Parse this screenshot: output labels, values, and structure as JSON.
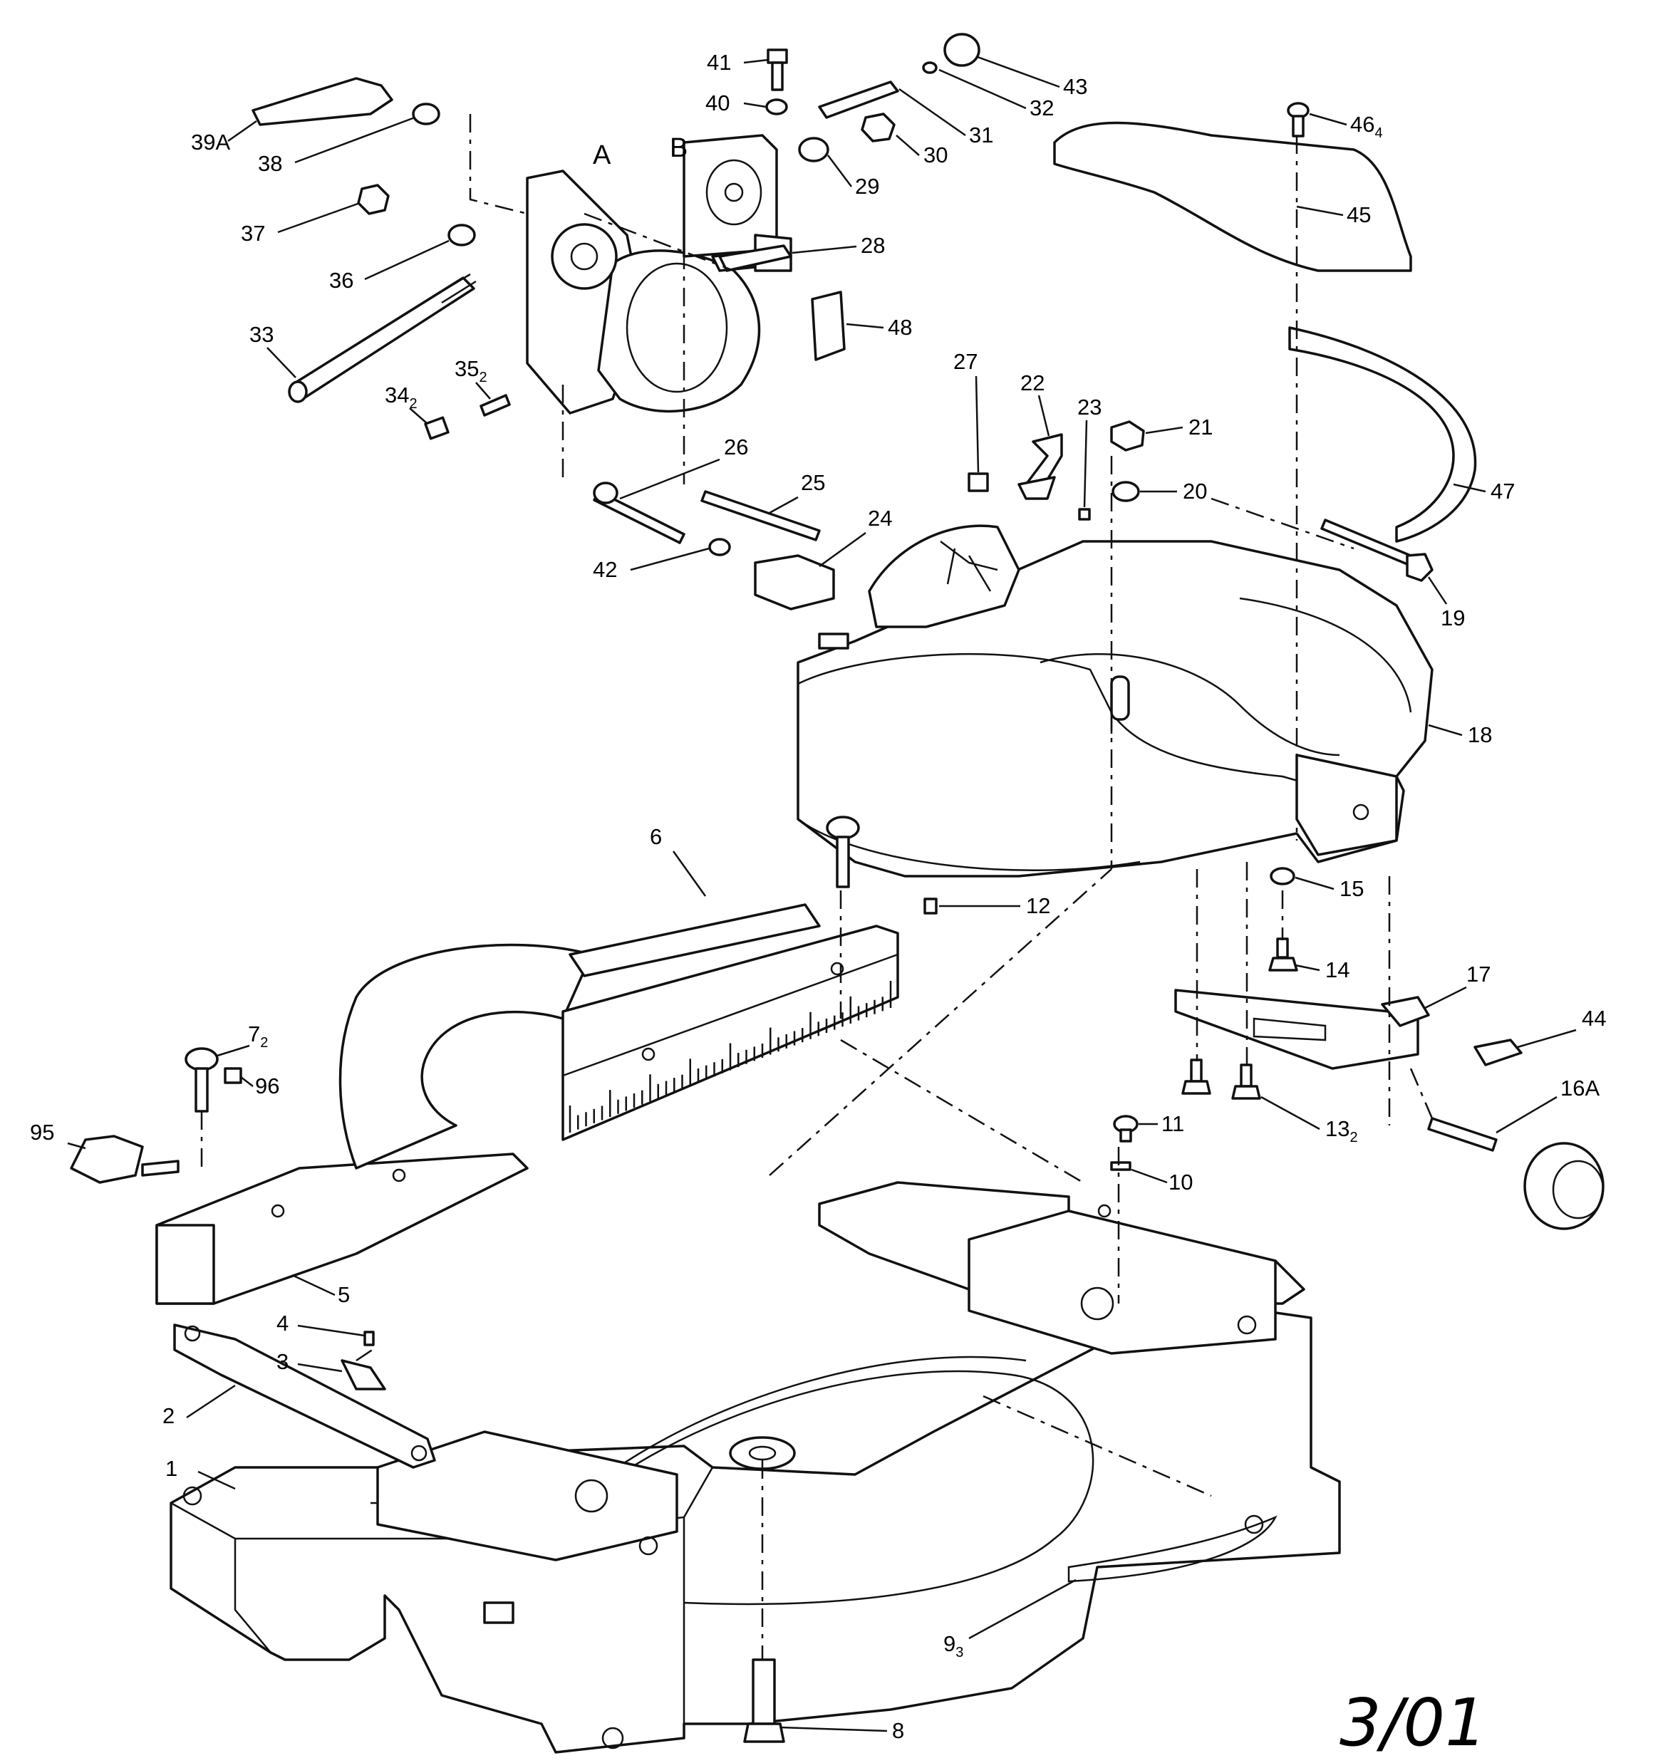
{
  "diagram": {
    "revision_date": "3/01",
    "view_letters": [
      "A",
      "B"
    ],
    "callouts": [
      {
        "id": "1",
        "label": "1"
      },
      {
        "id": "2",
        "label": "2"
      },
      {
        "id": "3",
        "label": "3"
      },
      {
        "id": "4",
        "label": "4"
      },
      {
        "id": "5",
        "label": "5"
      },
      {
        "id": "6",
        "label": "6"
      },
      {
        "id": "7",
        "label": "7",
        "sub": "2"
      },
      {
        "id": "8",
        "label": "8"
      },
      {
        "id": "9",
        "label": "9",
        "sub": "3"
      },
      {
        "id": "10",
        "label": "10"
      },
      {
        "id": "11",
        "label": "11"
      },
      {
        "id": "12",
        "label": "12"
      },
      {
        "id": "13",
        "label": "13",
        "sub": "2"
      },
      {
        "id": "14",
        "label": "14"
      },
      {
        "id": "15",
        "label": "15"
      },
      {
        "id": "16A",
        "label": "16A"
      },
      {
        "id": "17",
        "label": "17"
      },
      {
        "id": "18",
        "label": "18"
      },
      {
        "id": "19",
        "label": "19"
      },
      {
        "id": "20",
        "label": "20"
      },
      {
        "id": "21",
        "label": "21"
      },
      {
        "id": "22",
        "label": "22"
      },
      {
        "id": "23",
        "label": "23"
      },
      {
        "id": "24",
        "label": "24"
      },
      {
        "id": "25",
        "label": "25"
      },
      {
        "id": "26",
        "label": "26"
      },
      {
        "id": "27",
        "label": "27"
      },
      {
        "id": "28",
        "label": "28"
      },
      {
        "id": "29",
        "label": "29"
      },
      {
        "id": "30",
        "label": "30"
      },
      {
        "id": "31",
        "label": "31"
      },
      {
        "id": "32",
        "label": "32"
      },
      {
        "id": "33",
        "label": "33"
      },
      {
        "id": "34",
        "label": "34",
        "sub": "2"
      },
      {
        "id": "35",
        "label": "35",
        "sub": "2"
      },
      {
        "id": "36",
        "label": "36"
      },
      {
        "id": "37",
        "label": "37"
      },
      {
        "id": "38",
        "label": "38"
      },
      {
        "id": "39A",
        "label": "39A"
      },
      {
        "id": "40",
        "label": "40"
      },
      {
        "id": "41",
        "label": "41"
      },
      {
        "id": "42",
        "label": "42"
      },
      {
        "id": "43",
        "label": "43"
      },
      {
        "id": "44",
        "label": "44"
      },
      {
        "id": "45",
        "label": "45"
      },
      {
        "id": "46",
        "label": "46",
        "sub": "4"
      },
      {
        "id": "47",
        "label": "47"
      },
      {
        "id": "48",
        "label": "48"
      },
      {
        "id": "95",
        "label": "95"
      },
      {
        "id": "96",
        "label": "96"
      }
    ]
  }
}
